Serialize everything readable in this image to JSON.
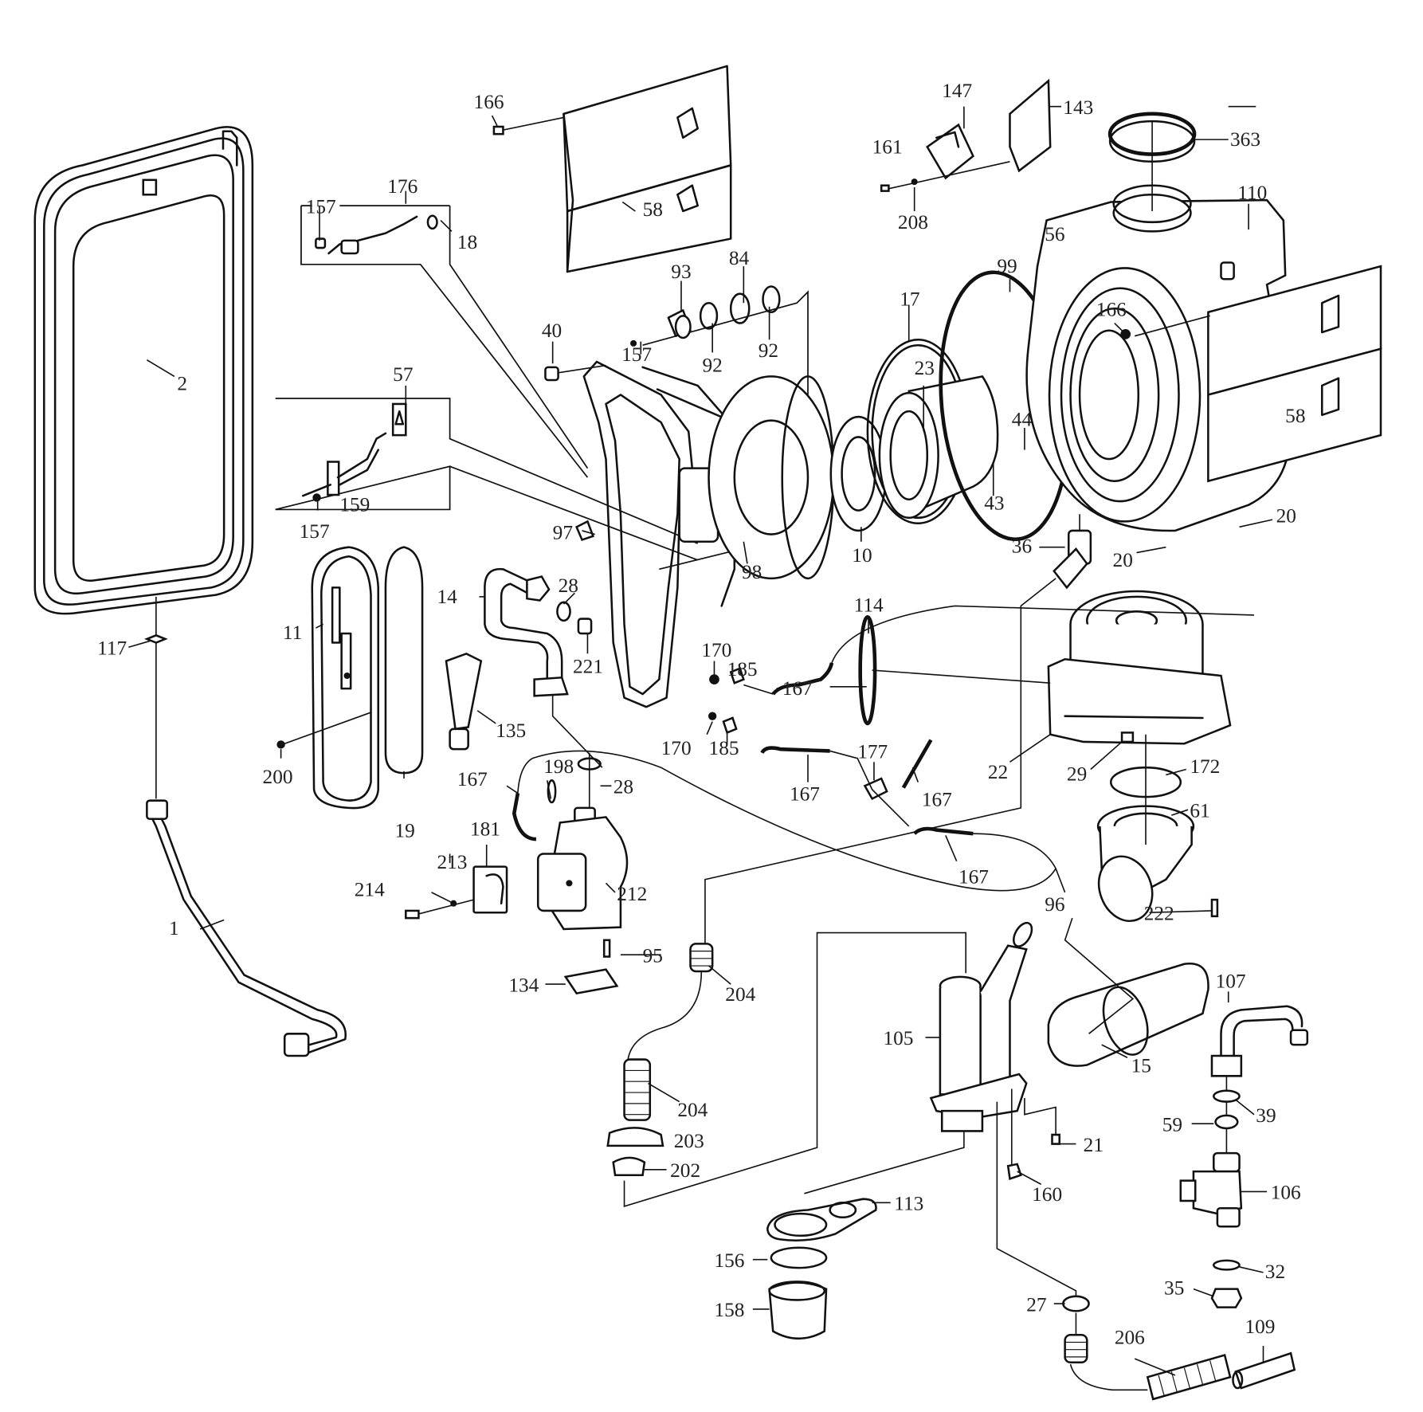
{
  "diagram": {
    "type": "exploded-parts-diagram",
    "subject": "gas boiler internal components",
    "callouts": {
      "c1": "1",
      "c2": "2",
      "c10": "10",
      "c11": "11",
      "c14": "14",
      "c15": "15",
      "c17": "17",
      "c18": "18",
      "c19": "19",
      "c20a": "20",
      "c20b": "20",
      "c21": "21",
      "c22": "22",
      "c23": "23",
      "c27": "27",
      "c28a": "28",
      "c28b": "28",
      "c29": "29",
      "c32": "32",
      "c35": "35",
      "c36": "36",
      "c39": "39",
      "c40": "40",
      "c43": "43",
      "c44": "44",
      "c56": "56",
      "c57": "57",
      "c58a": "58",
      "c58b": "58",
      "c59": "59",
      "c61": "61",
      "c84": "84",
      "c92a": "92",
      "c92b": "92",
      "c93": "93",
      "c95": "95",
      "c96": "96",
      "c97": "97",
      "c98": "98",
      "c99": "99",
      "c105": "105",
      "c106": "106",
      "c107": "107",
      "c109": "109",
      "c110": "110",
      "c113": "113",
      "c114": "114",
      "c117": "117",
      "c134": "134",
      "c135": "135",
      "c143": "143",
      "c147": "147",
      "c156": "156",
      "c157a": "157",
      "c157b": "157",
      "c157c": "157",
      "c158": "158",
      "c159": "159",
      "c160": "160",
      "c161": "161",
      "c166a": "166",
      "c166b": "166",
      "c167a": "167",
      "c167b": "167",
      "c167c": "167",
      "c167d": "167",
      "c167e": "167",
      "c170a": "170",
      "c170b": "170",
      "c172": "172",
      "c176": "176",
      "c177": "177",
      "c181": "181",
      "c185a": "185",
      "c185b": "185",
      "c198": "198",
      "c200": "200",
      "c202": "202",
      "c203": "203",
      "c204a": "204",
      "c204b": "204",
      "c206": "206",
      "c208": "208",
      "c212": "212",
      "c213": "213",
      "c214": "214",
      "c221": "221",
      "c222": "222",
      "c363": "363"
    }
  }
}
